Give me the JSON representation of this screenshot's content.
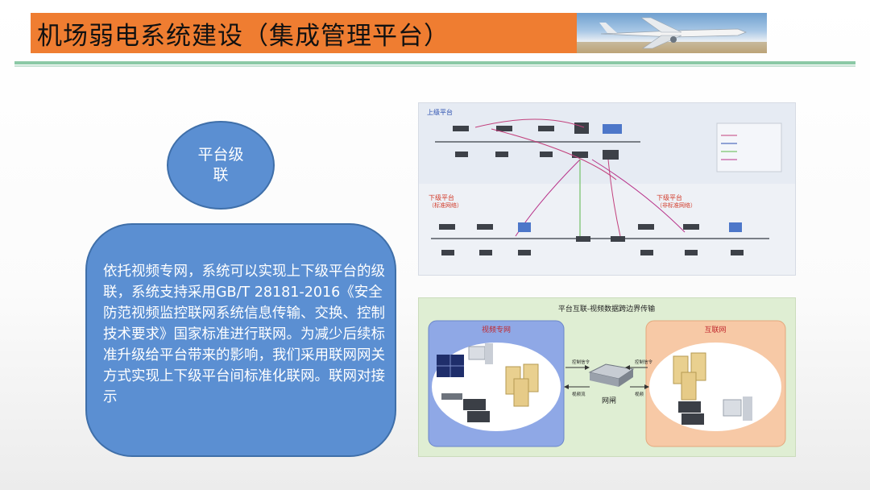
{
  "title": "机场弱电系统建设（集成管理平台）",
  "badge": "平台级联",
  "description": "依托视频专网，系统可以实现上下级平台的级联，系统支持采用GB/T 28181-2016《安全防范视频监控联网系统信息传输、交换、控制技术要求》国家标准进行联网。为减少后续标准升级给平台带来的影响，我们采用联网网关方式实现上下级平台间标准化联网。联网对接示",
  "diagram1": {
    "upper": "上级平台",
    "lower_left": "下级平台",
    "lower_left_sub": "（标准网络）",
    "lower_right": "下级平台",
    "lower_right_sub": "（非标准网络）"
  },
  "diagram2": {
    "title": "平台互联-视频数据跨边界传输",
    "left_zone": "视频专网",
    "right_zone": "互联网",
    "gateway": "网闸",
    "left_arrow_top": "控制信令",
    "left_arrow_bottom": "视频流",
    "right_arrow_top": "控制信令",
    "right_arrow_bottom": "视频"
  },
  "colors": {
    "title_bar": "#ef7d31",
    "accent_blue": "#5b8fd2",
    "rule_green": "#8cc9a6"
  }
}
